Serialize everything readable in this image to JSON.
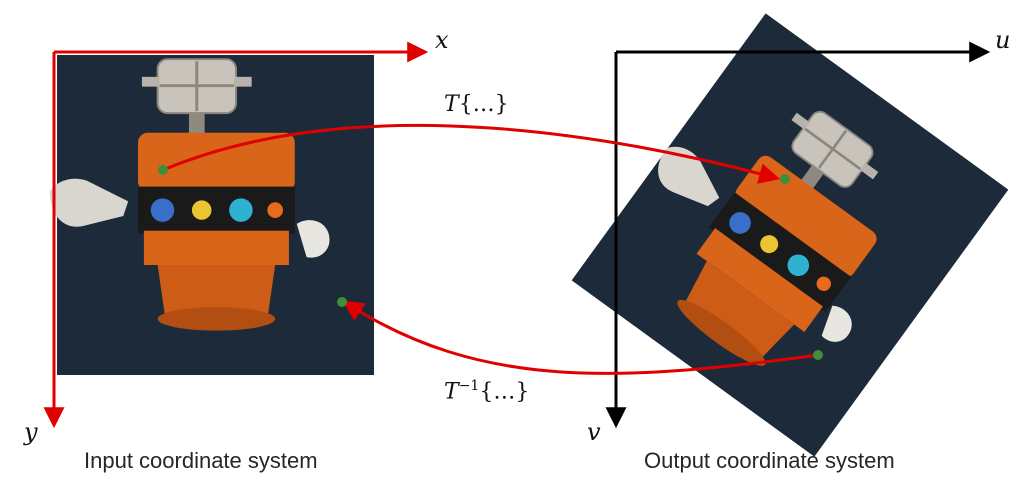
{
  "input_panel": {
    "caption": "Input coordinate system",
    "x_axis_label": "x",
    "y_axis_label": "y",
    "axis_color": "#e00000"
  },
  "output_panel": {
    "caption": "Output coordinate system",
    "u_axis_label": "u",
    "v_axis_label": "v",
    "axis_color": "#000000"
  },
  "transforms": {
    "forward": {
      "symbol": "T",
      "args": "{…}"
    },
    "inverse": {
      "symbol": "T",
      "exponent": "−1",
      "args": "{…}"
    }
  },
  "colors": {
    "arrow": "#e00000",
    "point": "#3f8f3a",
    "background": "#1c2a3a",
    "robot_body": "#d9651b",
    "robot_metal": "#c8c4bc"
  }
}
